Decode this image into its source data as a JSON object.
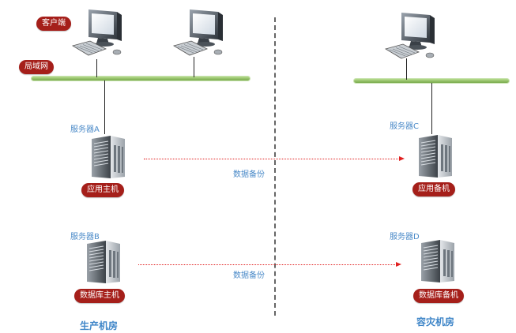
{
  "labels": {
    "client": "客户端",
    "lan": "局域网",
    "server_a": "服务器A",
    "server_b": "服务器B",
    "server_c": "服务器C",
    "server_d": "服务器D",
    "app_primary": "应用主机",
    "db_primary": "数据库主机",
    "app_backup": "应用备机",
    "db_backup": "数据库备机",
    "backup_1": "数据备份",
    "backup_2": "数据备份",
    "site_production": "生产机房",
    "site_dr": "容灾机房"
  },
  "colors": {
    "pill": "#a51f1a",
    "label_blue": "#4a8ac8",
    "lan_green": "#8cc15f",
    "arrow_red": "#e02020"
  },
  "icons": {
    "workstation": "desktop-computer-icon",
    "server": "tower-server-icon"
  }
}
